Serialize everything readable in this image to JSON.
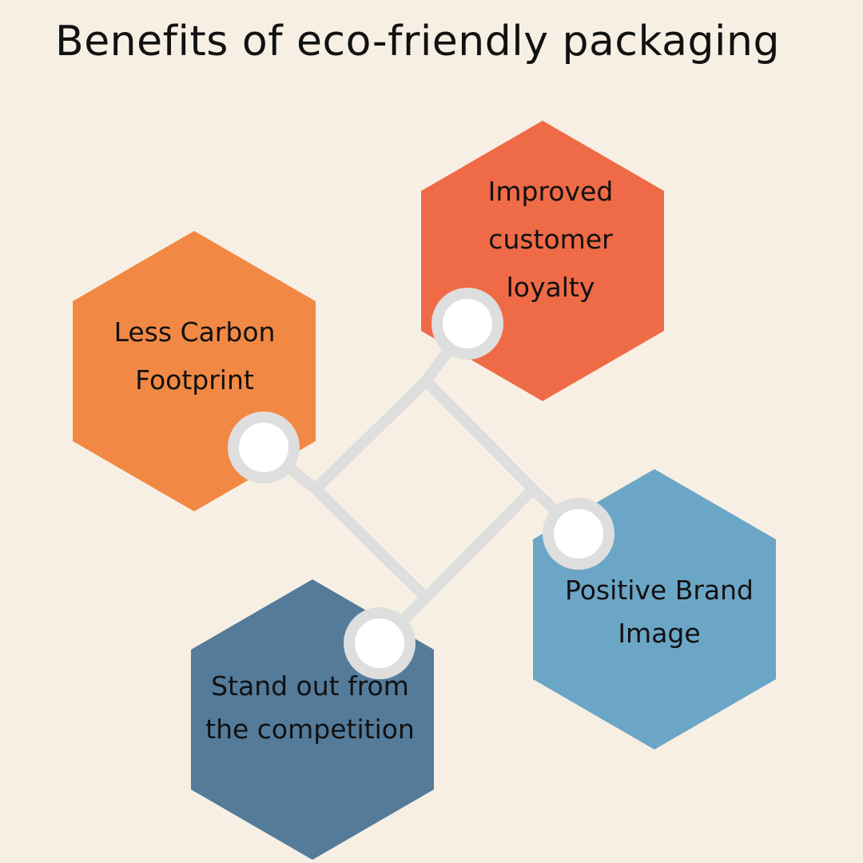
{
  "title": "Benefits of eco-friendly packaging",
  "colors": {
    "background": "#F7EFE4",
    "carbon": "#F18944",
    "loyalty": "#EF6A47",
    "brand": "#6CA6C7",
    "compete": "#547B9A",
    "connector": "#DEDEDE",
    "node_fill": "#FFFFFF"
  },
  "benefits": [
    {
      "id": "carbon",
      "line1": "Less Carbon",
      "line2": "Footprint"
    },
    {
      "id": "loyalty",
      "line1": "Improved",
      "line2": "customer",
      "line3": "loyalty"
    },
    {
      "id": "brand",
      "line1": "Positive Brand",
      "line2": "Image"
    },
    {
      "id": "compete",
      "line1": "Stand out from",
      "line2": "the competition"
    }
  ]
}
